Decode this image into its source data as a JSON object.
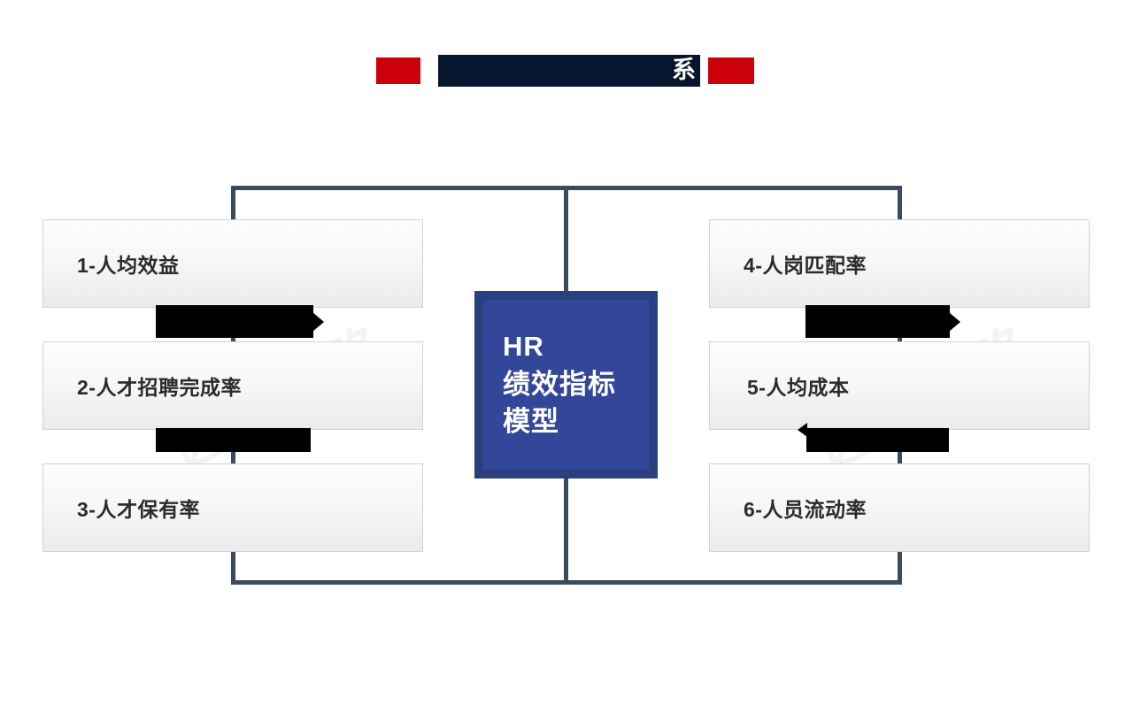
{
  "slide": {
    "title": {
      "visible_text": "系",
      "redacted": true,
      "accent_color": "#cc0008",
      "bar_color": "#05162e"
    },
    "center_node": {
      "lines": [
        "HR",
        "绩效指标",
        "模型"
      ],
      "outer_color": "#2a3f7e",
      "inner_color": "#33479a",
      "text_color": "#ffffff"
    },
    "connector_color": "#3c4a5d",
    "left_items": [
      {
        "label": "1-人均效益"
      },
      {
        "label": "2-人才招聘完成率"
      },
      {
        "label": "3-人才保有率"
      }
    ],
    "right_items": [
      {
        "label": "4-人岗匹配率"
      },
      {
        "label": "5-人均成本"
      },
      {
        "label": "6-人员流动率"
      }
    ],
    "watermarks": [
      {
        "text": "远大方略"
      },
      {
        "text": "远大方略"
      },
      {
        "text": "方略"
      }
    ]
  }
}
